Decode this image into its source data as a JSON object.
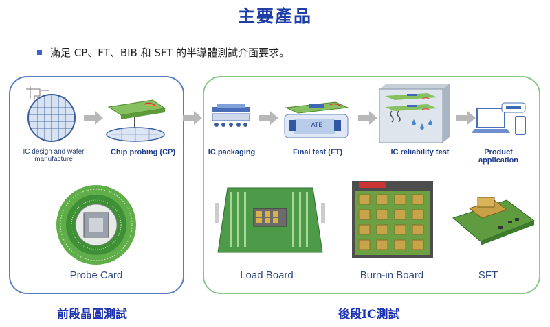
{
  "page": {
    "title": "主要產品",
    "bullet": "滿足 CP、FT、BIB 和 SFT 的半導體測試介面要求。"
  },
  "process_steps": [
    {
      "label_line1": "IC design and wafer",
      "label_line2": "manufacture"
    },
    {
      "label": "Chip probing (CP)"
    },
    {
      "label": "IC packaging"
    },
    {
      "label": "Final test (FT)",
      "chip_text": "ATE"
    },
    {
      "label": "IC reliability test"
    },
    {
      "label_line1": "Product",
      "label_line2": "application"
    }
  ],
  "products": {
    "probe_card": "Probe Card",
    "load_board": "Load Board",
    "burn_in_board": "Burn-in Board",
    "sft": "SFT"
  },
  "footer": {
    "front_end": "前段晶圓測試",
    "back_end": "後段IC測試"
  },
  "colors": {
    "title": "#1f3fa6",
    "front_panel_border": "#5a7ec0",
    "back_panel_border": "#88c98a",
    "link": "#1e33b4"
  }
}
